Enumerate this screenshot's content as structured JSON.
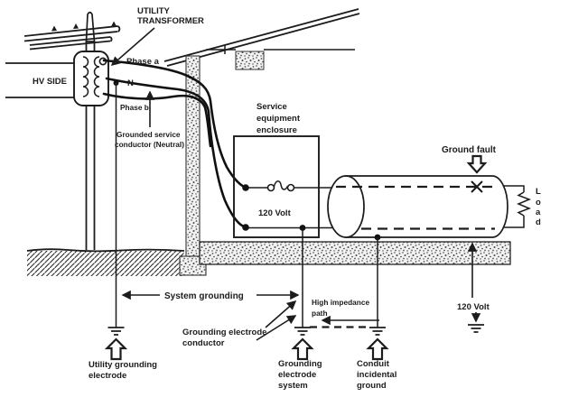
{
  "diagram": {
    "description": "Electrical service grounding diagram with utility transformer, service equipment enclosure, conduit with ground fault and grounding electrodes",
    "colors": {
      "ink": "#1c1c1c",
      "background": "#ffffff"
    },
    "labels": {
      "utility_transformer": [
        "UTILITY",
        "TRANSFORMER"
      ],
      "hv_side": "HV SIDE",
      "phase_a": "Phase a",
      "neutral": "N",
      "phase_b": "Phase b",
      "grounded_service": [
        "Grounded service",
        "conductor (Neutral)"
      ],
      "service_enclosure": [
        "Service",
        "equipment",
        "enclosure"
      ],
      "volt_box": "120 Volt",
      "ground_fault": "Ground fault",
      "load": [
        "L",
        "o",
        "a",
        "d"
      ],
      "system_grounding": "System grounding",
      "grounding_electrode_conductor": [
        "Grounding electrode",
        "conductor"
      ],
      "high_impedance": [
        "High impedance",
        "path"
      ],
      "volt_fault": "120 Volt",
      "utility_electrode": [
        "Utility grounding",
        "electrode"
      ],
      "grounding_electrode_system": [
        "Grounding",
        "electrode",
        "system"
      ],
      "conduit_incidental": [
        "Conduit",
        "incidental",
        "ground"
      ]
    }
  }
}
